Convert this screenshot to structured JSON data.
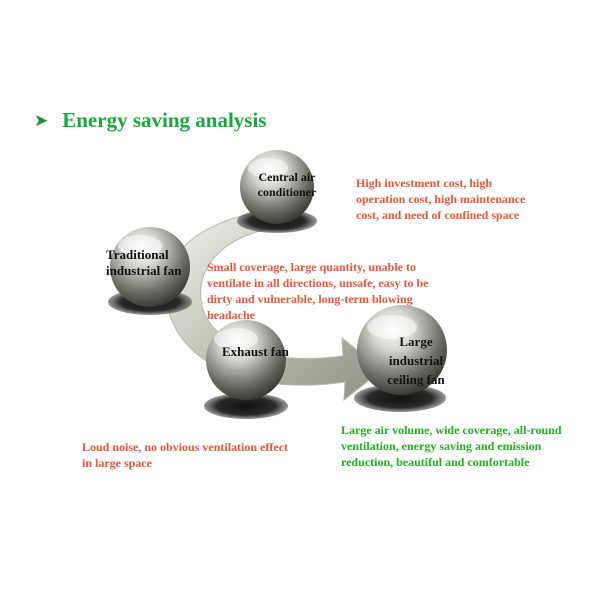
{
  "title": "Energy saving analysis",
  "nodes": {
    "central": "Central air conditioner",
    "traditional": "Traditional industrial fan",
    "exhaust": "Exhaust fan",
    "large": "Large industrial ceiling fan"
  },
  "notes": {
    "central": "High investment cost, high operation cost, high maintenance cost, and need of confined space",
    "traditional": "Small coverage, large quantity, unable to ventilate in all directions, unsafe, easy to be dirty and vulnerable, long-term blowing headache",
    "exhaust": "Loud noise, no obvious ventilation effect in large space",
    "large": "Large air volume, wide coverage, all-round ventilation, energy saving and emission reduction, beautiful and comfortable"
  },
  "colors": {
    "title": "#1aa83a",
    "negative_note": "#e8563a",
    "positive_note": "#22b022"
  },
  "icons": {
    "bullet": "arrow-right-icon"
  }
}
